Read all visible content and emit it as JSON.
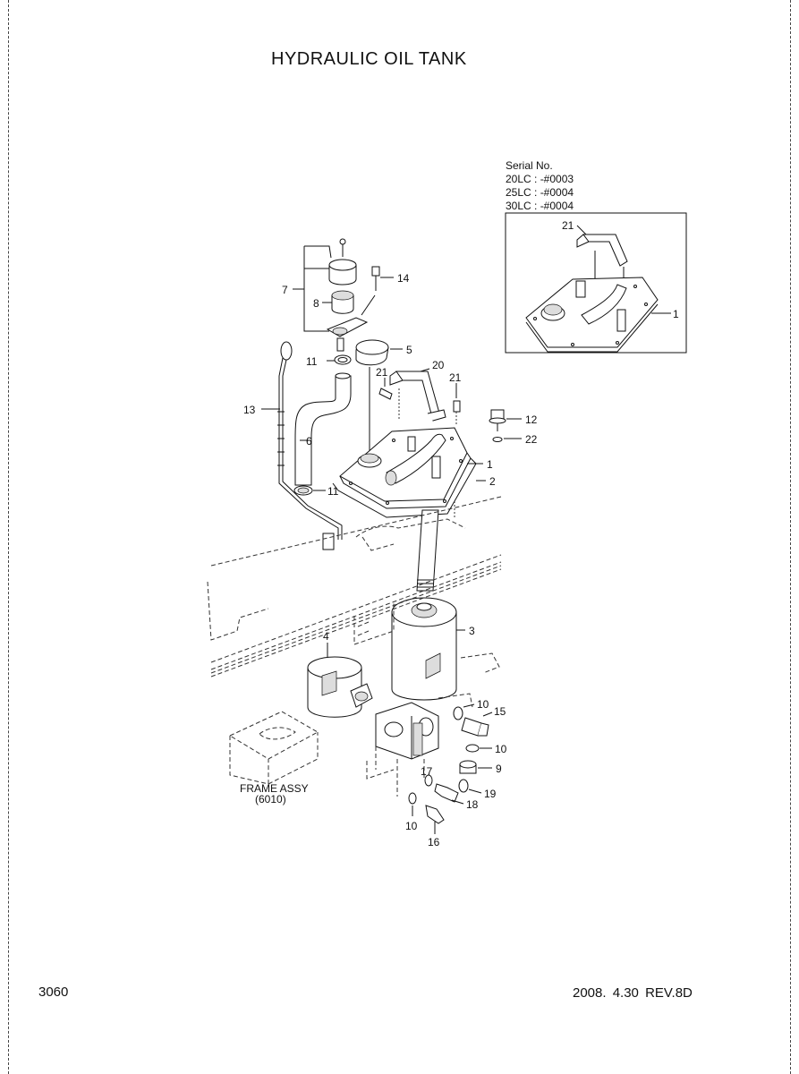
{
  "title": "HYDRAULIC OIL TANK",
  "page_number": "3060",
  "revision": "2008.  4.30  REV.8D",
  "serial": {
    "heading": "Serial No.",
    "lines": [
      "20LC : -#0003",
      "25LC : -#0004",
      "30LC : -#0004"
    ]
  },
  "frame_label": {
    "line1": "FRAME ASSY",
    "line2": "(6010)"
  },
  "callouts": {
    "p1": "1",
    "p2": "2",
    "p3": "3",
    "p4": "4",
    "p5": "5",
    "p6": "6",
    "p7": "7",
    "p8": "8",
    "p9": "9",
    "p10": "10",
    "p11": "11",
    "p12": "12",
    "p13": "13",
    "p14": "14",
    "p15": "15",
    "p16": "16",
    "p17": "17",
    "p18": "18",
    "p19": "19",
    "p20": "20",
    "p21": "21",
    "p22": "22"
  },
  "inset_callouts": {
    "p21": "21",
    "p1": "1"
  }
}
